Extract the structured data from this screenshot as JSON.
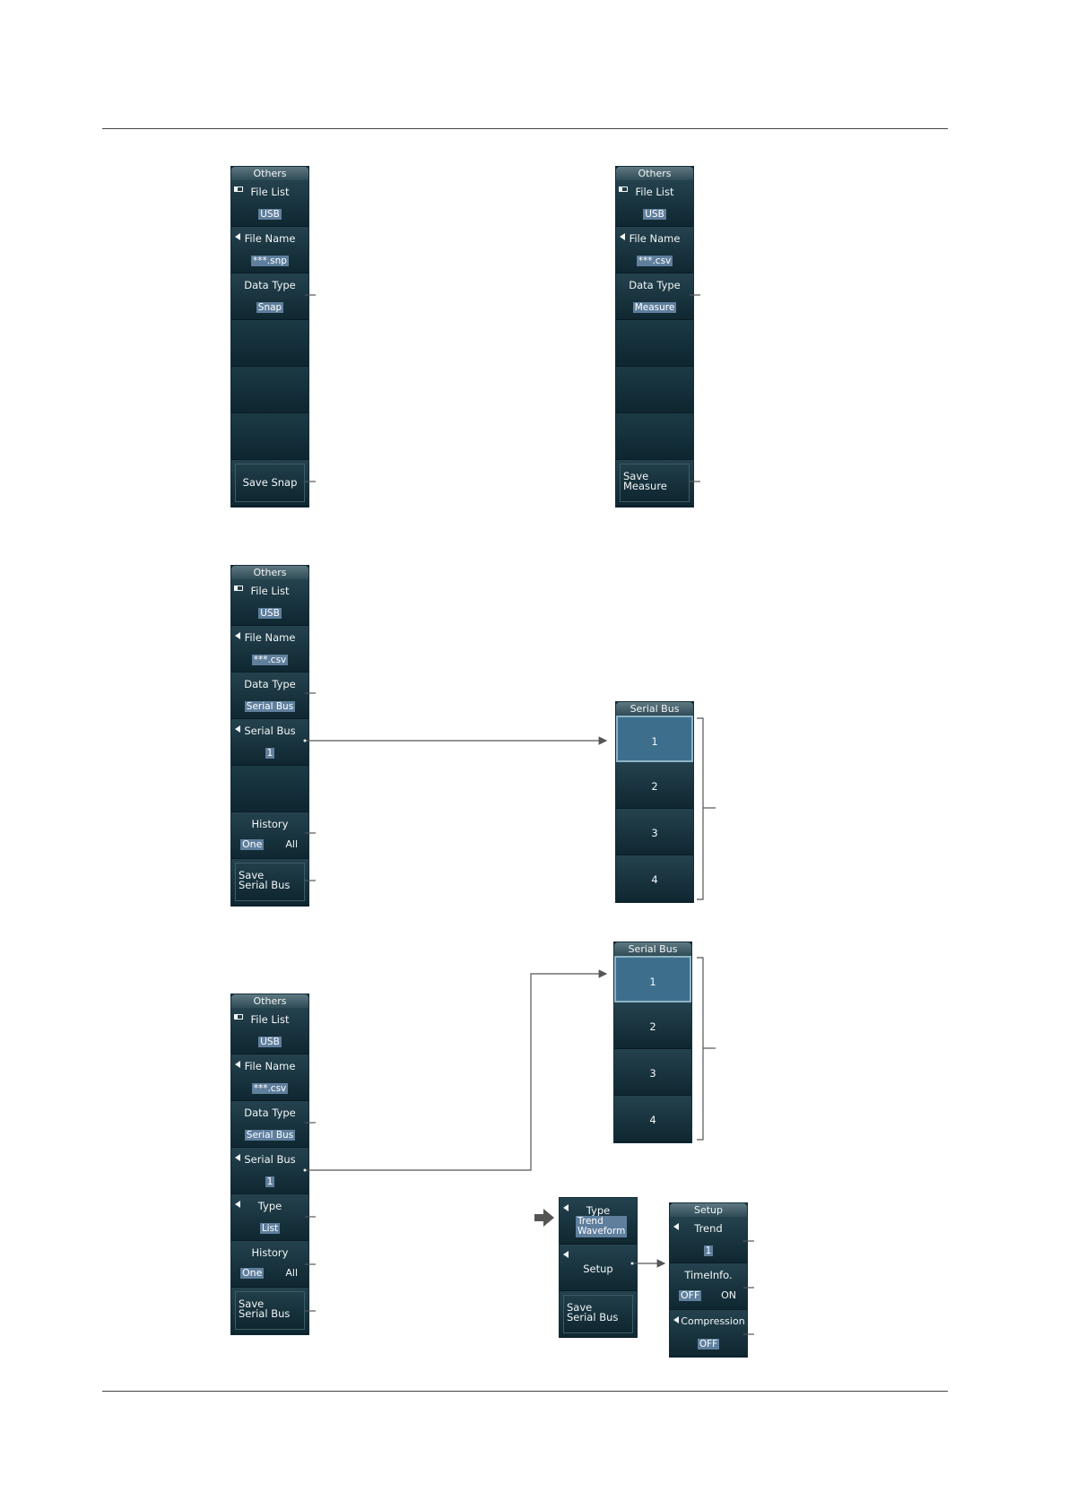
{
  "colors": {
    "menu_bg": "#0b2530",
    "highlight": "#5f7f9d",
    "selected_item": "#3d6f8d",
    "text": "#f2f6f7"
  },
  "menu1": {
    "title": "Others",
    "file_list": "File List",
    "file_list_value": "USB",
    "file_name": "File Name",
    "file_name_value": "***.snp",
    "data_type": "Data Type",
    "data_type_value": "Snap",
    "save": "Save Snap"
  },
  "menu2": {
    "title": "Others",
    "file_list": "File List",
    "file_list_value": "USB",
    "file_name": "File Name",
    "file_name_value": "***.csv",
    "data_type": "Data Type",
    "data_type_value": "Measure",
    "save_line1": "Save",
    "save_line2": "Measure"
  },
  "menu3": {
    "title": "Others",
    "file_list": "File List",
    "file_list_value": "USB",
    "file_name": "File Name",
    "file_name_value": "***.csv",
    "data_type": "Data Type",
    "data_type_value": "Serial Bus",
    "serial_bus": "Serial Bus",
    "serial_bus_value": "1",
    "history": "History",
    "history_opt1": "One",
    "history_opt2": "All",
    "save_line1": "Save",
    "save_line2": "Serial Bus"
  },
  "serial_bus_menu1": {
    "title": "Serial Bus",
    "items": [
      "1",
      "2",
      "3",
      "4"
    ]
  },
  "menu4": {
    "title": "Others",
    "file_list": "File List",
    "file_list_value": "USB",
    "file_name": "File Name",
    "file_name_value": "***.csv",
    "data_type": "Data Type",
    "data_type_value": "Serial Bus",
    "serial_bus": "Serial Bus",
    "serial_bus_value": "1",
    "type": "Type",
    "type_value": "List",
    "history": "History",
    "history_opt1": "One",
    "history_opt2": "All",
    "save_line1": "Save",
    "save_line2": "Serial Bus"
  },
  "serial_bus_menu2": {
    "title": "Serial Bus",
    "items": [
      "1",
      "2",
      "3",
      "4"
    ]
  },
  "type_menu": {
    "type": "Type",
    "type_value_line1": "Trend",
    "type_value_line2": "Waveform",
    "setup": "Setup",
    "save_line1": "Save",
    "save_line2": "Serial Bus"
  },
  "setup_menu": {
    "title": "Setup",
    "trend": "Trend",
    "trend_value": "1",
    "timeinfo": "TimeInfo.",
    "timeinfo_opt1": "OFF",
    "timeinfo_opt2": "ON",
    "compression": "Compression",
    "compression_value": "OFF"
  }
}
